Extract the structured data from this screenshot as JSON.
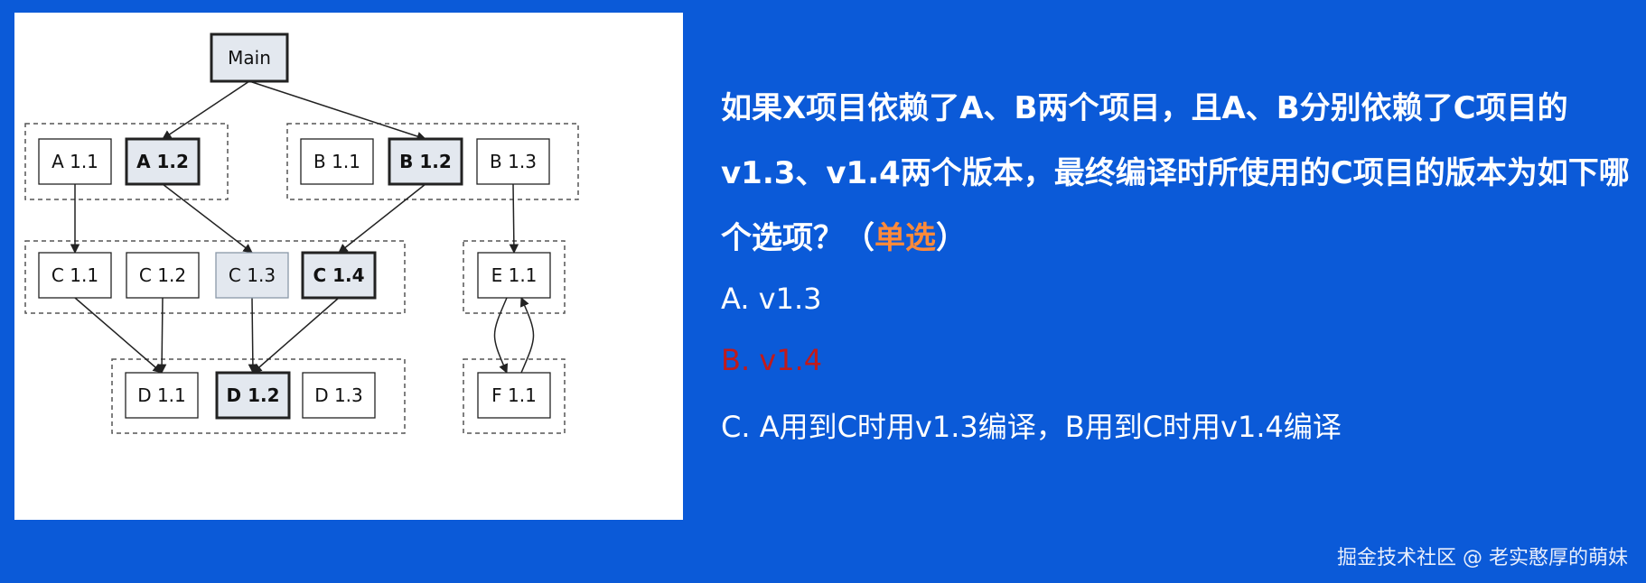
{
  "colors": {
    "background": "#0b5ad8",
    "text": "#ffffff",
    "question_type": "#ff8a3a",
    "correct_option": "#c11a1a",
    "node_border": "#222222",
    "node_highlight_fill": "#e3e8ef"
  },
  "diagram": {
    "main": "Main",
    "nodes": [
      {
        "id": "a11",
        "label": "A 1.1",
        "style": "normal"
      },
      {
        "id": "a12",
        "label": "A 1.2",
        "style": "selected"
      },
      {
        "id": "b11",
        "label": "B 1.1",
        "style": "normal"
      },
      {
        "id": "b12",
        "label": "B 1.2",
        "style": "selected"
      },
      {
        "id": "b13",
        "label": "B 1.3",
        "style": "normal"
      },
      {
        "id": "c11",
        "label": "C 1.1",
        "style": "normal"
      },
      {
        "id": "c12",
        "label": "C 1.2",
        "style": "normal"
      },
      {
        "id": "c13",
        "label": "C 1.3",
        "style": "shaded"
      },
      {
        "id": "c14",
        "label": "C 1.4",
        "style": "selected"
      },
      {
        "id": "e11",
        "label": "E 1.1",
        "style": "normal"
      },
      {
        "id": "d11",
        "label": "D 1.1",
        "style": "normal"
      },
      {
        "id": "d12",
        "label": "D 1.2",
        "style": "selected"
      },
      {
        "id": "d13",
        "label": "D 1.3",
        "style": "normal"
      },
      {
        "id": "f11",
        "label": "F 1.1",
        "style": "normal"
      }
    ],
    "edges": [
      [
        "main",
        "a12"
      ],
      [
        "main",
        "b12"
      ],
      [
        "a11",
        "c11"
      ],
      [
        "a12",
        "c13"
      ],
      [
        "b12",
        "c14"
      ],
      [
        "b13",
        "e11"
      ],
      [
        "c11",
        "d11"
      ],
      [
        "c12",
        "d11"
      ],
      [
        "c13",
        "d12"
      ],
      [
        "c14",
        "d12"
      ],
      [
        "e11",
        "f11"
      ],
      [
        "f11",
        "e11"
      ]
    ]
  },
  "question": {
    "text": "如果X项目依赖了A、B两个项目，且A、B分别依赖了C项目的v1.3、v1.4两个版本，最终编译时所使用的C项目的版本为如下哪个选项？（",
    "type_label": "单选",
    "close": "）"
  },
  "options": [
    {
      "text": "A. v1.3",
      "correct": false
    },
    {
      "text": "B. v1.4",
      "correct": true
    },
    {
      "text": "C. A用到C时用v1.3编译，B用到C时用v1.4编译",
      "correct": false
    }
  ],
  "watermark": "掘金技术社区 @ 老实憨厚的萌妹"
}
